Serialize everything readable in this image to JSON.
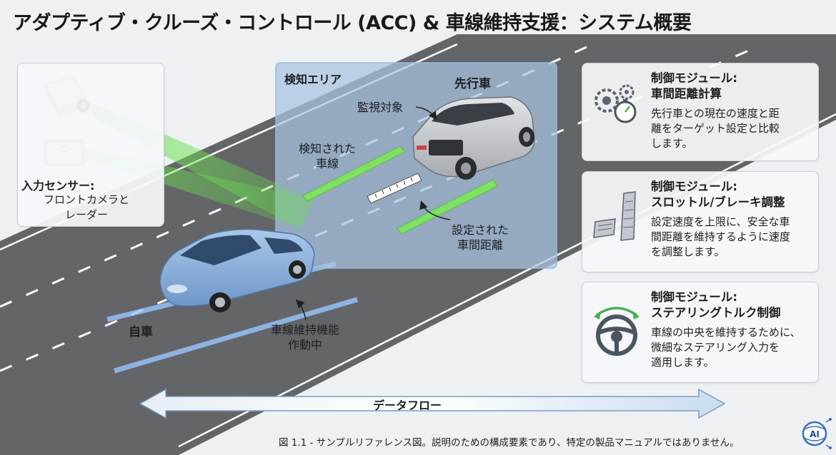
{
  "title": "アダプティブ・クルーズ・コントロール (ACC) & 車線維持支援：システム概要",
  "sensor": {
    "title": "入力センサー:",
    "desc_line1": "フロントカメラと",
    "desc_line2": "レーダー"
  },
  "detection": {
    "area_label": "検知エリア",
    "lead_vehicle": "先行車",
    "monitored_target": "監視対象",
    "detected_lane_line1": "検知された",
    "detected_lane_line2": "車線",
    "set_gap_line1": "設定された",
    "set_gap_line2": "車間距離"
  },
  "ego": {
    "label": "自車",
    "lane_keep_line1": "車線維持機能",
    "lane_keep_line2": "作動中"
  },
  "modules": [
    {
      "title_line1": "制御モジュール:",
      "title_line2": "車間距離計算",
      "desc_line1": "先行車との現在の速度と距",
      "desc_line2": "離をターゲット設定と比較",
      "desc_line3": "します。",
      "icon": "gears-stopwatch-icon"
    },
    {
      "title_line1": "制御モジュール:",
      "title_line2": "スロットル/ブレーキ調整",
      "desc_line1": "設定速度を上限に、安全な車",
      "desc_line2": "間距離を維持するように速度",
      "desc_line3": "を調整します。",
      "icon": "pedals-icon"
    },
    {
      "title_line1": "制御モジュール:",
      "title_line2": "ステアリングトルク制御",
      "desc_line1": "車線の中央を維持するために、",
      "desc_line2": "微細なステアリング入力を",
      "desc_line3": "適用します。",
      "icon": "steering-wheel-icon"
    }
  ],
  "dataflow": "データフロー",
  "caption": "図 1.1 - サンプルリファレンス図。説明のための構成要素であり、特定の製品マニュアルではありません。",
  "logo_text": "AI",
  "colors": {
    "background": "#eef1f4",
    "road": "#5f6063",
    "detection_zone": "#a9c4e0",
    "lane_highlight": "#6ed15a",
    "sensor_beam": "#5fd94a",
    "car_body": "#88aedb",
    "lead_car": "#c9ccd0",
    "accent_green": "#4caf50"
  }
}
